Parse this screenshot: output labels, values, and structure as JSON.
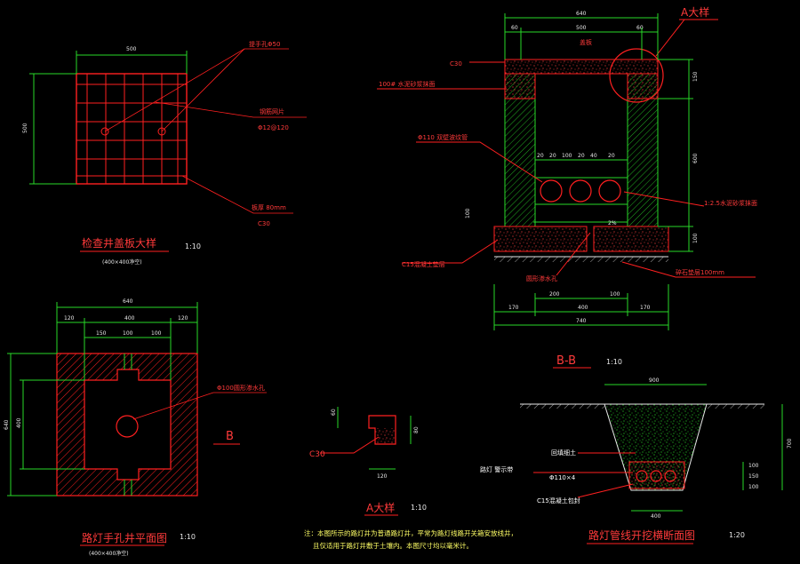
{
  "colors": {
    "background": "#000000",
    "red": "#ff2020",
    "green": "#29d829",
    "white": "#e8e8e8",
    "yellow": "#ffff66"
  },
  "cover_detail": {
    "dim_top": "500",
    "dim_left": "500",
    "label_handle": "提手孔Φ50",
    "label_mesh": "钢筋网片",
    "label_mesh_spec": "Φ12@120",
    "label_thickness": "板厚   80mm",
    "label_concrete": "C30",
    "title": "检查井盖板大样",
    "scale": "1:10",
    "subtitle": "(400×400净空)"
  },
  "plan_view": {
    "dim_total": "640",
    "dim_120a": "120",
    "dim_400": "400",
    "dim_120b": "120",
    "dim_150": "150",
    "dim_100a": "100",
    "dim_100b": "100",
    "dim_left_total": "640",
    "dim_left_400": "400",
    "label_drain": "Φ100圆形渗水孔",
    "section_mark": "B",
    "title": "路灯手孔井平面图",
    "scale": "1:10",
    "subtitle": "(400×400净空)"
  },
  "section_bb": {
    "dim_640": "640",
    "dim_60a": "60",
    "dim_500": "500",
    "dim_60b": "60",
    "label_cover": "盖板",
    "label_c30": "C30",
    "label_waterproof": "100# 水泥砂浆抹面",
    "label_pipe": "Φ110 双壁波纹管",
    "pipe_dims": [
      "20",
      "20",
      "100",
      "20",
      "40",
      "20"
    ],
    "label_mortar": "1:2.5水泥砂浆抹面",
    "label_c15": "C15混凝土垫层",
    "label_drain_hole": "圆形渗水孔",
    "label_gravel": "碎石垫层100mm",
    "label_detail_a": "A大样",
    "dim_100": "100",
    "dim_slope": "2%",
    "dim_right_150": "150",
    "dim_right_600": "600",
    "dim_right_100": "100",
    "dim_bottom_200": "200",
    "dim_bottom_100": "100",
    "dim_bottom_170a": "170",
    "dim_bottom_400": "400",
    "dim_bottom_170b": "170",
    "dim_bottom_740": "740",
    "title": "B-B",
    "scale": "1:10"
  },
  "detail_a": {
    "dim_60": "60",
    "dim_80": "80",
    "dim_120": "120",
    "label_c30": "C30",
    "title": "A大样",
    "scale": "1:10"
  },
  "trench": {
    "dim_top": "900",
    "dim_bottom": "400",
    "dim_right": "700",
    "label_backfill": "回填细土",
    "label_warning": "路灯 警示带",
    "label_pipe": "Φ110×4",
    "label_concrete": "C15混凝土包封",
    "right_dims": [
      "100",
      "150",
      "100"
    ],
    "title": "路灯管线开挖横断面图",
    "scale": "1:20"
  },
  "note": {
    "line1": "注：本图所示的路灯井为普通路灯井，平常为路灯线路开关箱安放线井，",
    "line2": "且仅适用于路灯井敷于土壤内。本图尺寸均以毫米计。"
  }
}
